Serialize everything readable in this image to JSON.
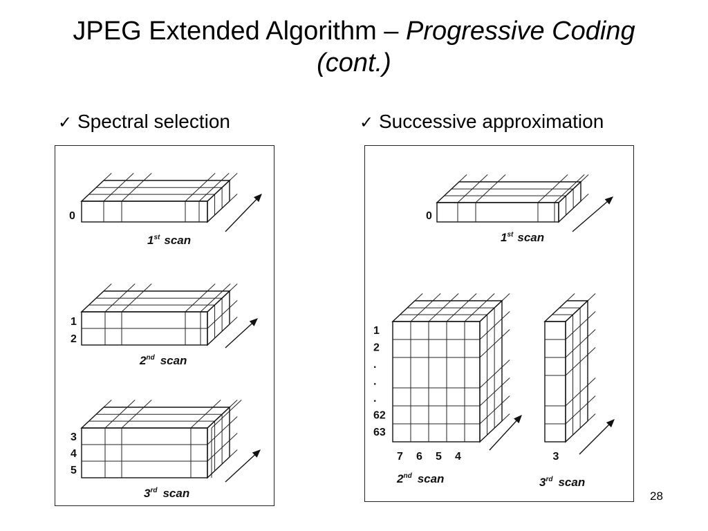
{
  "slide": {
    "title_plain": "JPEG Extended Algorithm – ",
    "title_italic_1": "Progressive Coding",
    "title_italic_2": "(cont.)",
    "slide_number": "28"
  },
  "bullets": {
    "check_glyph": "✓",
    "left": "Spectral selection",
    "right": "Successive approximation"
  },
  "spectral_selection": {
    "scan1": {
      "rows": [
        "0"
      ],
      "label": "1",
      "sup": "st",
      "word": "scan"
    },
    "scan2": {
      "rows": [
        "1",
        "2"
      ],
      "label": "2",
      "sup": "nd",
      "word": "scan"
    },
    "scan3": {
      "rows": [
        "3",
        "4",
        "5"
      ],
      "label": "3",
      "sup": "rd",
      "word": "scan"
    }
  },
  "successive_approximation": {
    "scan1": {
      "rows": [
        "0"
      ],
      "label": "1",
      "sup": "st",
      "word": "scan"
    },
    "scan2": {
      "rows": [
        "1",
        "2",
        ".",
        ".",
        ".",
        "62",
        "63"
      ],
      "bits": [
        "7",
        "6",
        "5",
        "4"
      ],
      "label": "2",
      "sup": "nd",
      "word": "scan"
    },
    "scan3": {
      "bits": [
        "3"
      ],
      "label": "3",
      "sup": "rd",
      "word": "scan"
    }
  },
  "colors": {
    "line": "#111111",
    "background": "#ffffff",
    "panel_border": "#222222"
  }
}
